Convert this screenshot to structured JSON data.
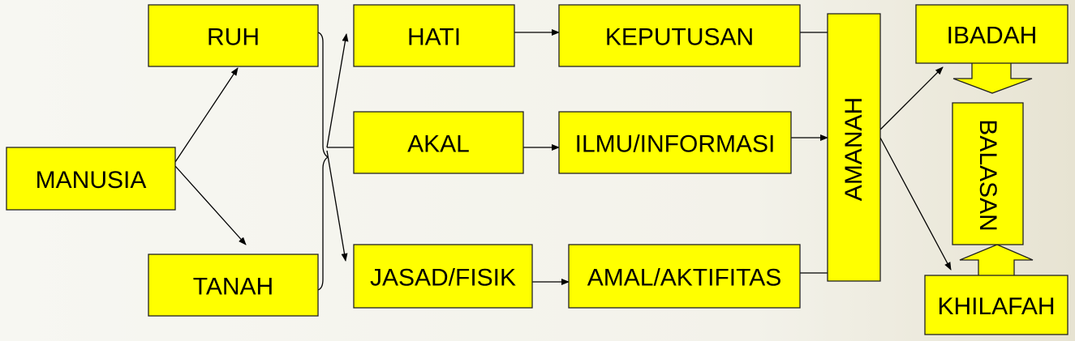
{
  "nodes": {
    "manusia": {
      "label": "MANUSIA"
    },
    "ruh": {
      "label": "RUH"
    },
    "tanah": {
      "label": "TANAH"
    },
    "hati": {
      "label": "HATI"
    },
    "akal": {
      "label": "AKAL"
    },
    "jasad": {
      "label": "JASAD/FISIK"
    },
    "keputusan": {
      "label": "KEPUTUSAN",
      "color": "#ff0000"
    },
    "ilmu": {
      "label": "ILMU/INFORMASI"
    },
    "amal": {
      "label": "AMAL/AKTIFITAS"
    },
    "amanah": {
      "label": "AMANAH"
    },
    "ibadah": {
      "label": "IBADAH"
    },
    "balasan": {
      "label": "BALASAN"
    },
    "khilafah": {
      "label": "KHILAFAH"
    }
  },
  "colors": {
    "box_fill": "#ffff00",
    "text": "#000000"
  }
}
